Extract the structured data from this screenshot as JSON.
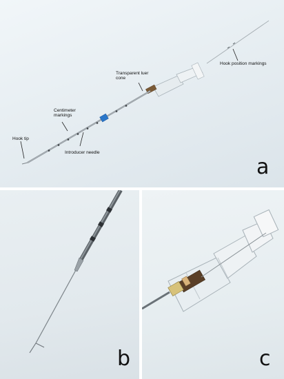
{
  "panel_a": {
    "labels": {
      "hook_tip": "Hook tip",
      "centimeter_markings_line1": "Centimeter",
      "centimeter_markings_line2": "markings",
      "introducer_needle": "Introducer needle",
      "transparent_luer_cone_line1": "Transparent luer",
      "transparent_luer_cone_line2": "cone",
      "hook_position_markings": "Hook position markings"
    },
    "letter": "a"
  },
  "panel_b": {
    "letter": "b"
  },
  "panel_c": {
    "letter": "c"
  },
  "colors": {
    "needle": "#8c949a",
    "hub_blue": "#2a76c9",
    "cone_clear": "#dfe6ea"
  }
}
